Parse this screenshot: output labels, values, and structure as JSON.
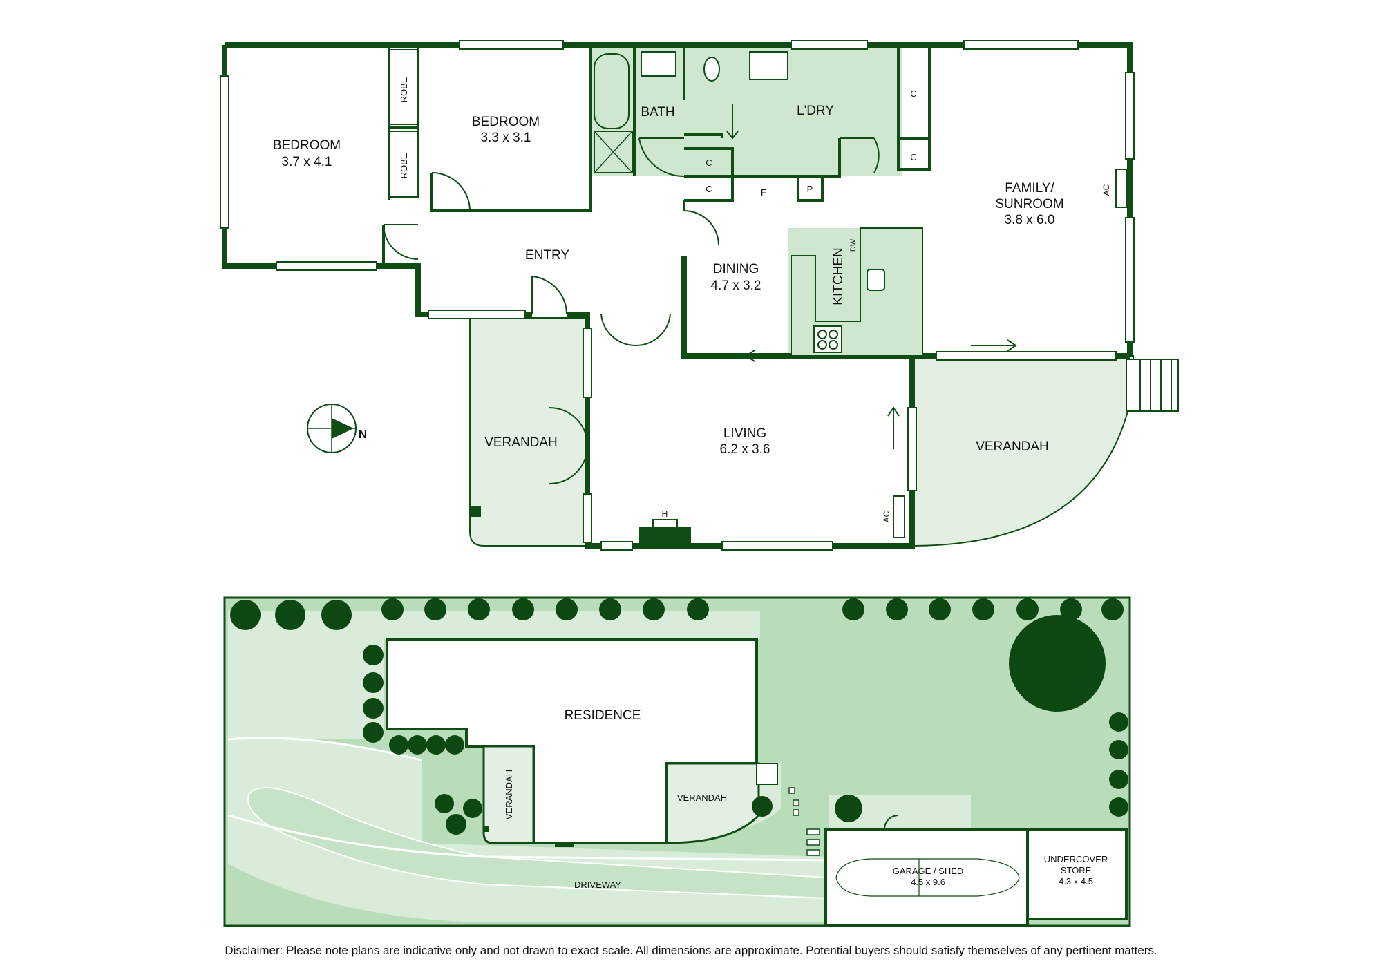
{
  "floorplan": {
    "rooms": {
      "bedroom1": {
        "name": "BEDROOM",
        "size": "3.7 x 4.1"
      },
      "bedroom2": {
        "name": "BEDROOM",
        "size": "3.3 x 3.1"
      },
      "bath": {
        "name": "BATH"
      },
      "laundry": {
        "name": "L'DRY"
      },
      "family": {
        "name": "FAMILY/",
        "name2": "SUNROOM",
        "size": "3.8 x 6.0"
      },
      "entry": {
        "name": "ENTRY"
      },
      "dining": {
        "name": "DINING",
        "size": "4.7 x 3.2"
      },
      "kitchen": {
        "name": "KITCHEN"
      },
      "living": {
        "name": "LIVING",
        "size": "6.2 x 3.6"
      },
      "verandah_left": {
        "name": "VERANDAH"
      },
      "verandah_right": {
        "name": "VERANDAH"
      }
    },
    "fixtures": {
      "robe": "ROBE",
      "cupboard": "C",
      "fridge": "F",
      "pantry": "P",
      "dishwasher": "DW",
      "aircon": "AC",
      "heater": "H"
    },
    "compass_label": "N"
  },
  "siteplan": {
    "residence": "RESIDENCE",
    "verandah_left": "VERANDAH",
    "verandah_right": "VERANDAH",
    "driveway": "DRIVEWAY",
    "garage": {
      "name": "GARAGE / SHED",
      "size": "4.5 x 9.6"
    },
    "store": {
      "name": "UNDERCOVER",
      "name2": "STORE",
      "size": "4.3 x 4.5"
    }
  },
  "disclaimer": "Disclaimer: Please note plans are indicative only and not drawn to exact scale. All dimensions are approximate. Potential buyers should satisfy themselves of any pertinent matters.",
  "colors": {
    "wall": "#0f4d15",
    "room_fill": "#cfe7cf",
    "verandah_fill": "#e2efe2",
    "site_fill": "#b9dcbb",
    "path_fill": "#d8ecd9",
    "tree": "#0d4812"
  }
}
